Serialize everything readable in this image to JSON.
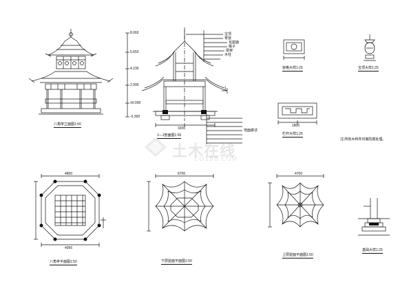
{
  "sheet": {
    "views": {
      "front_elevation": "八角亭立面图1:50",
      "section": "1—1剖面图1:50",
      "plan": "八角亭平面图1:50",
      "lower_roof_plan": "下层屋面平面图1:50",
      "upper_roof_plan": "上层屋面平面图1:50",
      "window_detail": "窗格大样1:25",
      "finial_detail": "宝顶大样1:25",
      "railing_detail": "栏杆大样1:25",
      "base_detail": "基础大样1:25"
    },
    "elevation_marks": [
      "8.060",
      "5.650",
      "4.230",
      "2.990",
      "±0.000",
      "-0.300"
    ],
    "dimensions": {
      "plan_total": "4800",
      "plan_inner": "4056",
      "lower_roof": "6700",
      "upper_roof": "4700",
      "section_width": "3200",
      "railing": "1800"
    },
    "notes": {
      "remark": "注:所有木构件均做防腐处理。",
      "section_arrow": "1",
      "callouts": [
        "宝顶",
        "脊兽",
        "瓦屋面",
        "椽子",
        "梁架",
        "木柱",
        "地面做法"
      ]
    },
    "watermark": {
      "cn": "土木在线",
      "en": "CO188.COM"
    }
  }
}
